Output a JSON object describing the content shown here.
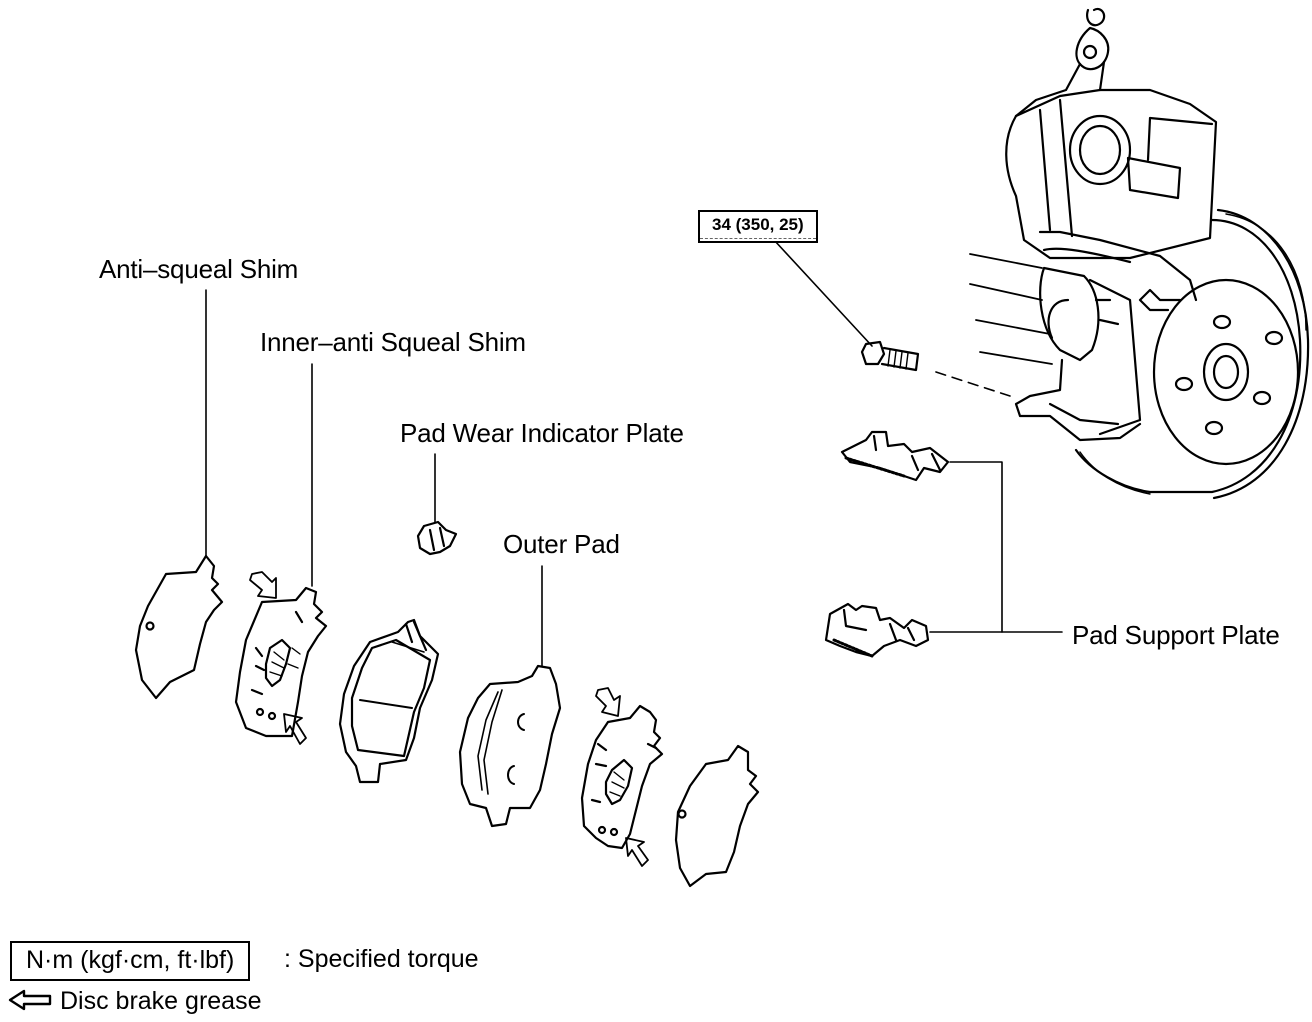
{
  "labels": {
    "anti_squeal_shim": "Anti–squeal Shim",
    "inner_anti_squeal_shim": "Inner–anti Squeal Shim",
    "pad_wear_indicator_plate": "Pad Wear Indicator Plate",
    "outer_pad": "Outer Pad",
    "pad_support_plate": "Pad Support Plate"
  },
  "torque_spec": "34 (350, 25)",
  "legend": {
    "torque_unit_box": "N·m (kgf·cm, ft·lbf)",
    "torque_desc": ": Specified torque",
    "grease_arrow_icon": "hollow-left-arrow-icon",
    "grease_desc": "Disc brake grease"
  }
}
